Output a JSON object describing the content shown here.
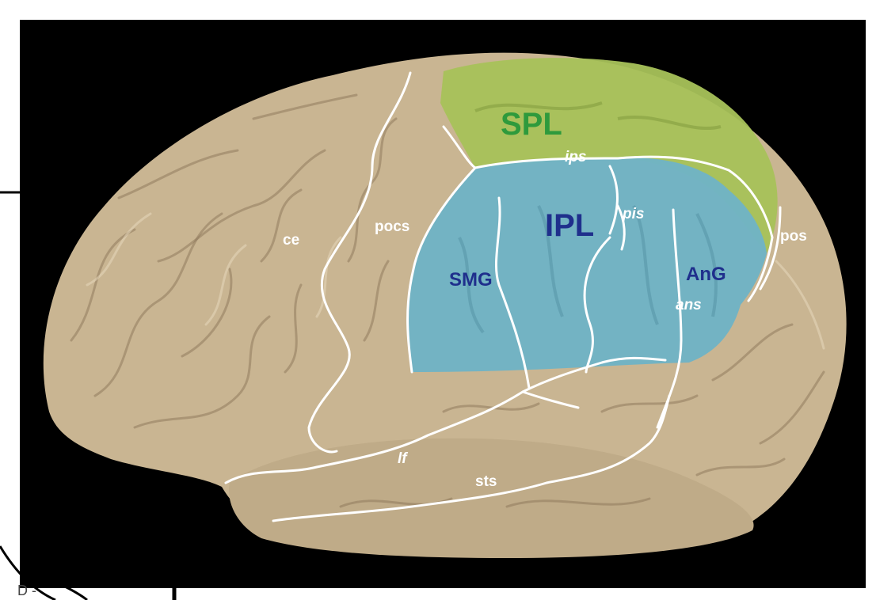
{
  "colors": {
    "background": "#000000",
    "brain": "#c9b592",
    "spl_region": "#a8c25a",
    "ipl_region": "#6fb3c6",
    "spl_text": "#2e9a3c",
    "ipl_text": "#1f2f8c",
    "sulcus_lines": "#ffffff"
  },
  "regions": {
    "spl": "SPL",
    "ipl": "IPL",
    "smg": "SMG",
    "ang": "AnG"
  },
  "sulci": {
    "ips": "ips",
    "pis": "pis",
    "ans": "ans",
    "pos": "pos",
    "ce": "ce",
    "pocs": "pocs",
    "lf": "lf",
    "sts": "sts"
  },
  "partial_text": {
    "corner": "D -"
  }
}
